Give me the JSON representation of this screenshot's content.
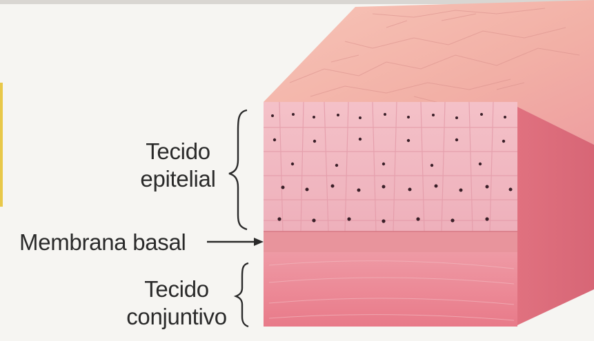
{
  "labels": {
    "epithelial": [
      "Tecido",
      "epitelial"
    ],
    "basement_membrane": "Membrana basal",
    "connective": [
      "Tecido",
      "conjuntivo"
    ]
  },
  "colors": {
    "background": "#f6f5f2",
    "epithelium_front": "#f0b7c0",
    "epithelium_top": "#f3b6aa",
    "connective_tissue": "#ea7f8d",
    "basement_membrane": "#e8949c",
    "nuclei": "#3a1f28",
    "text": "#2a2a2a"
  }
}
